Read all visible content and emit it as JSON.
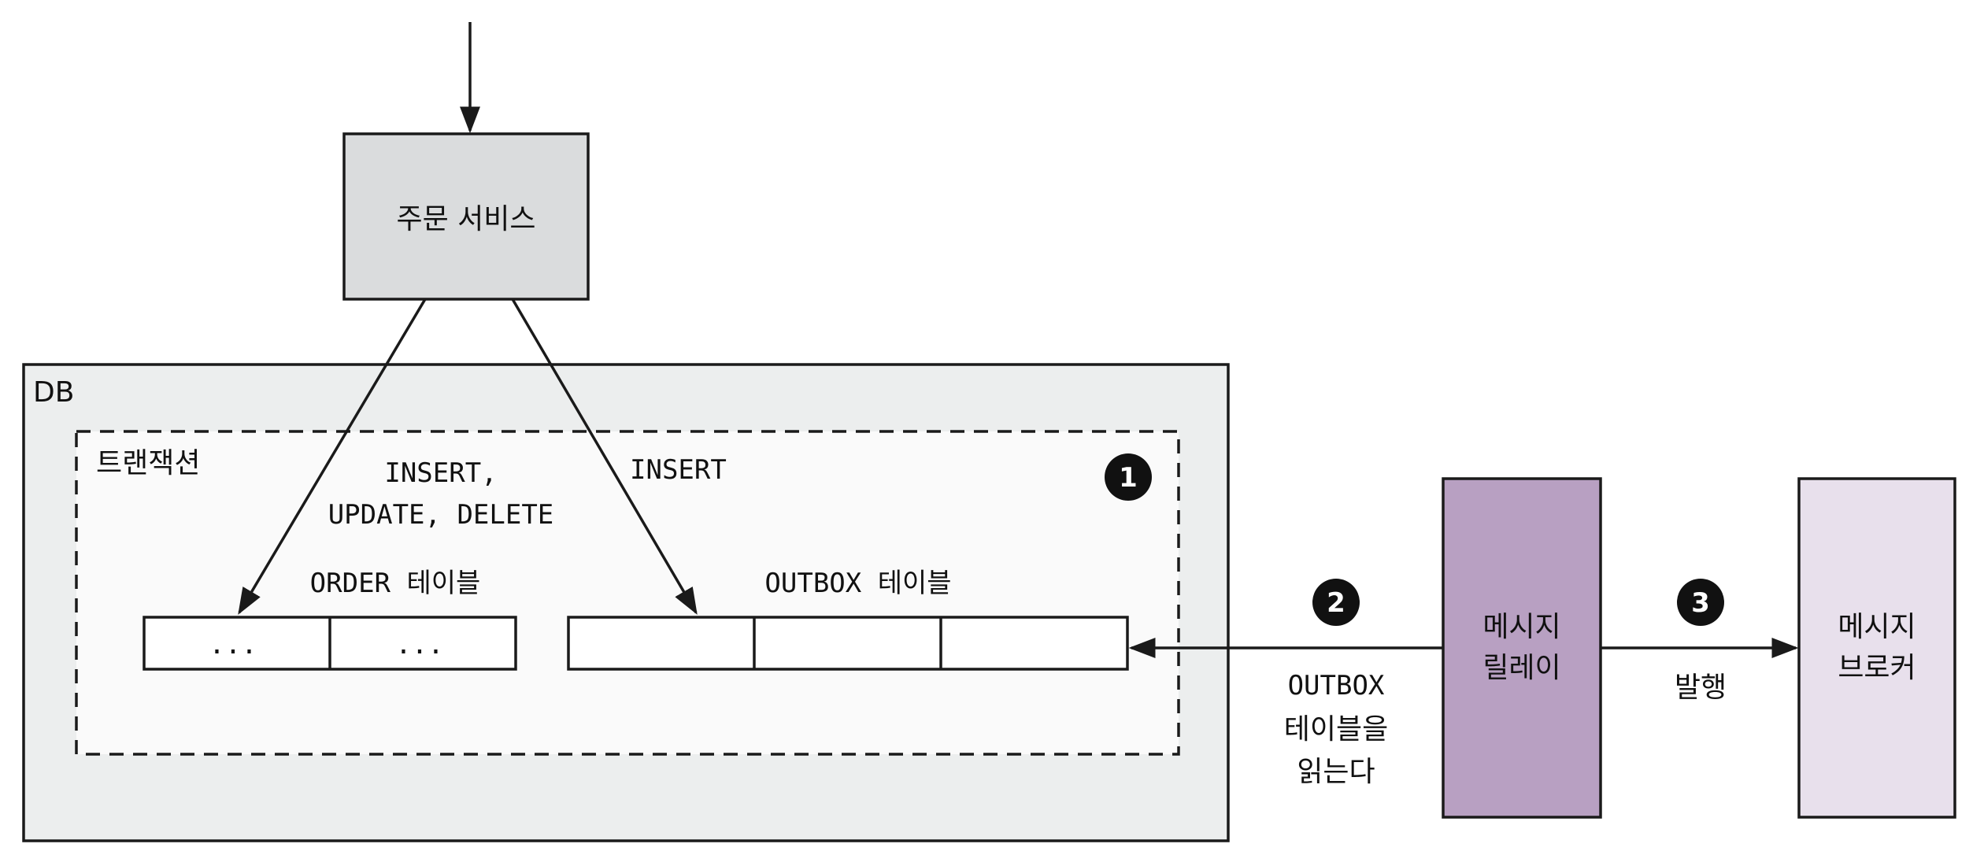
{
  "nodes": {
    "order_service": {
      "label": "주문 서비스"
    },
    "db": {
      "label": "DB"
    },
    "transaction": {
      "label": "트랜잭션"
    },
    "order_table": {
      "label": "ORDER 테이블",
      "cells": [
        "...",
        "..."
      ]
    },
    "outbox_table": {
      "label": "OUTBOX 테이블",
      "cells": [
        "",
        "",
        ""
      ]
    },
    "message_relay": {
      "label_lines": [
        "메시지",
        "릴레이"
      ]
    },
    "message_broker": {
      "label_lines": [
        "메시지",
        "브로커"
      ]
    }
  },
  "edges": {
    "to_order_label_lines": [
      "INSERT,",
      "UPDATE, DELETE"
    ],
    "to_outbox_label": "INSERT",
    "relay_read_label_lines": [
      "OUTBOX",
      "테이블을",
      "읽는다"
    ],
    "publish_label": "발행"
  },
  "steps": {
    "step1": "1",
    "step2": "2",
    "step3": "3"
  },
  "colors": {
    "service_fill": "#dadcdd",
    "db_fill": "#eceeee",
    "transaction_fill": "#fafafa",
    "relay_fill": "#b8a0c2",
    "broker_fill": "#e8e0ec",
    "line": "#1a1a1a",
    "badge": "#111111"
  }
}
